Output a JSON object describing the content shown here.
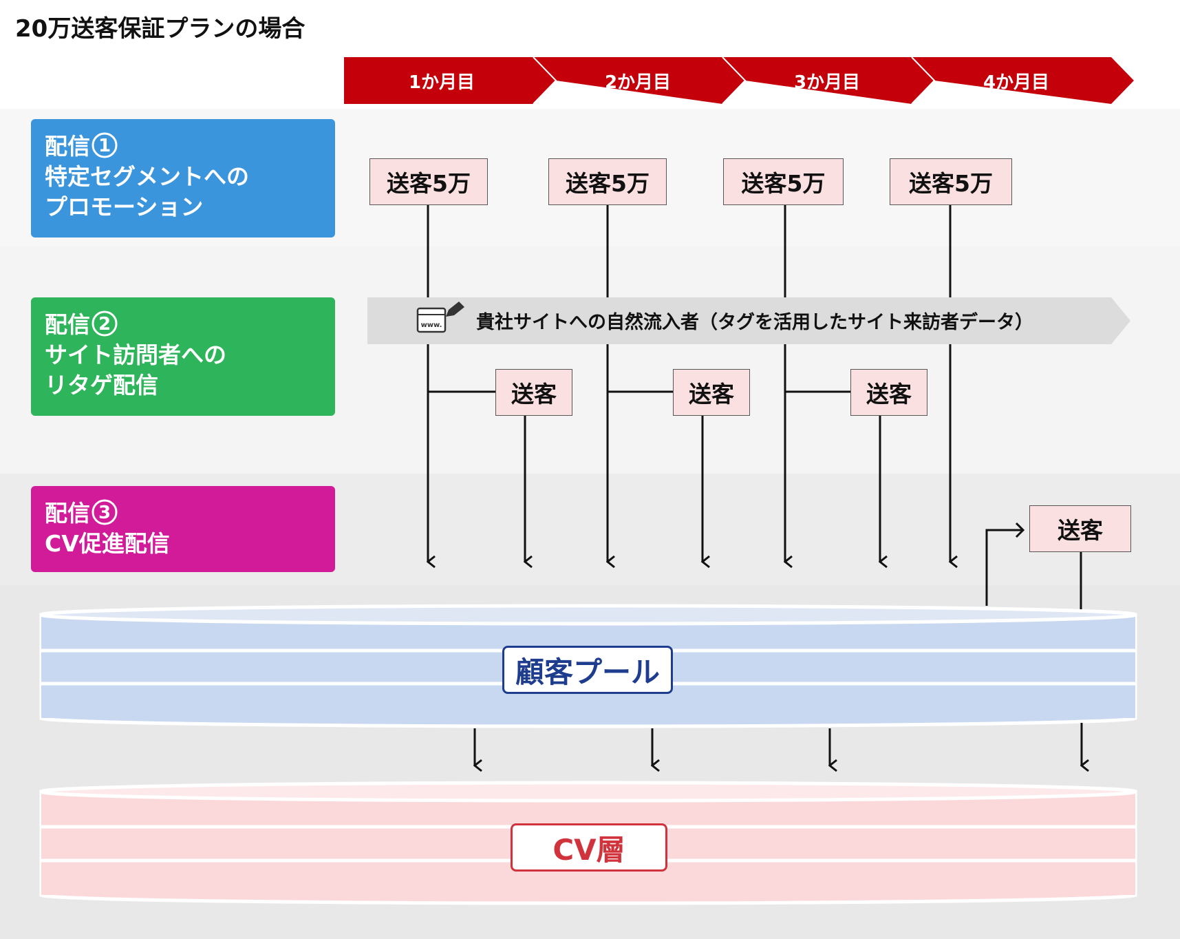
{
  "title": "20万送客保証プランの場合",
  "months": [
    "1か月目",
    "2か月目",
    "3か月目",
    "4か月目"
  ],
  "channels": [
    {
      "label": "配信",
      "number": "1",
      "lines": [
        "特定セグメントへの",
        "プロモーション"
      ],
      "color": "#3b95dd"
    },
    {
      "label": "配信",
      "number": "2",
      "lines": [
        "サイト訪問者への",
        "リタゲ配信"
      ],
      "color": "#2eb45a"
    },
    {
      "label": "配信",
      "number": "3",
      "lines": [
        "CV促進配信"
      ],
      "color": "#d11b98"
    }
  ],
  "channel1_boxes": [
    "送客5万",
    "送客5万",
    "送客5万",
    "送客5万"
  ],
  "banner": {
    "text": "貴社サイトへの自然流入者（タグを活用したサイト来訪者データ）",
    "icon": "browser-tag-icon",
    "icon_text": "www."
  },
  "channel2_boxes": [
    "送客",
    "送客",
    "送客"
  ],
  "channel3_box": "送客",
  "pool": {
    "label": "顧客プール",
    "color": "#1f3d8f"
  },
  "cv_layer": {
    "label": "CV層",
    "color": "#d0333c"
  },
  "colors": {
    "month_red": "#c4000a",
    "pink_box": "#fbe0e2",
    "pool_blue": "#c8d8f0",
    "cv_pink": "#fbd9db"
  }
}
